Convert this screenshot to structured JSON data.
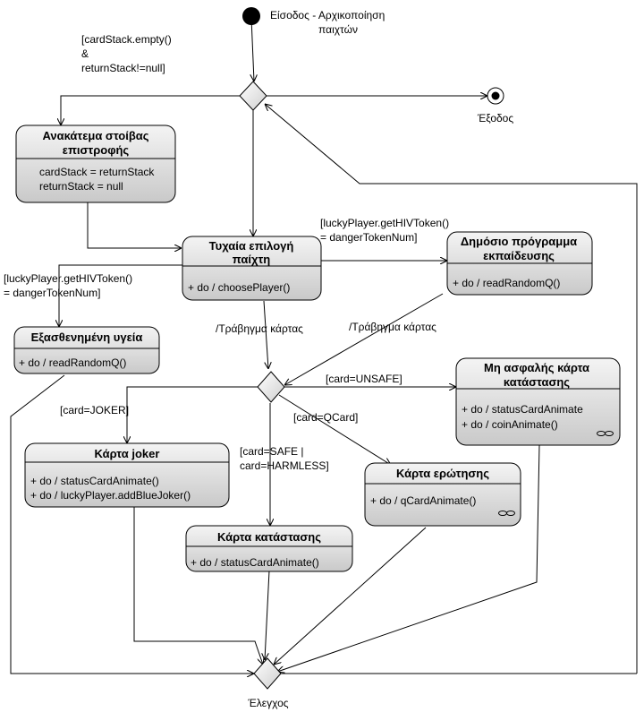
{
  "nodes": {
    "start_label": [
      "Είσοδος - Αρχικοποίηση",
      "παιχτών"
    ],
    "exit_label": "Έξοδος",
    "check_label": "Έλεγχος"
  },
  "states": {
    "reshuffle": {
      "title": [
        "Ανακάτεμα στοίβας",
        "επιστροφής"
      ],
      "body": [
        "cardStack = returnStack",
        "returnStack = null"
      ]
    },
    "choose_player": {
      "title": [
        "Τυχαία επιλογή",
        "παίχτη"
      ],
      "body": [
        "+    do / choosePlayer()"
      ]
    },
    "education": {
      "title": [
        "Δημόσιο πρόγραμμα",
        "εκπαίδευσης"
      ],
      "body": [
        "+    do / readRandomQ()"
      ]
    },
    "weak_health": {
      "title": [
        "Εξασθενημένη υγεία"
      ],
      "body": [
        "+    do / readRandomQ()"
      ]
    },
    "unsafe_card": {
      "title": [
        "Μη ασφαλής κάρτα",
        "κατάστασης"
      ],
      "body": [
        "+    do / statusCardAnimate",
        "+    do / coinAnimate()"
      ]
    },
    "joker_card": {
      "title": [
        "Κάρτα joker"
      ],
      "body": [
        "+    do / statusCardAnimate()",
        "+    do / luckyPlayer.addBlueJoker()"
      ]
    },
    "question_card": {
      "title": [
        "Κάρτα ερώτησης"
      ],
      "body": [
        "+    do / qCardAnimate()"
      ]
    },
    "status_card": {
      "title": [
        "Κάρτα κατάστασης"
      ],
      "body": [
        "+    do / statusCardAnimate()"
      ]
    }
  },
  "guards": {
    "empty_stack": [
      "[cardStack.empty()",
      "&",
      "returnStack!=null]"
    ],
    "hiv_right": [
      "[luckyPlayer.getHIVToken()",
      "= dangerTokenNum]"
    ],
    "hiv_left": [
      "[luckyPlayer.getHIVToken()",
      "= dangerTokenNum]"
    ],
    "draw_card_1": "/Τράβηγμα κάρτας",
    "draw_card_2": "/Τράβηγμα κάρτας",
    "unsafe": "[card=UNSAFE]",
    "joker": "[card=JOKER]",
    "qcard": "[card=QCard]",
    "safe": [
      "[card=SAFE |",
      "card=HARMLESS]"
    ]
  }
}
